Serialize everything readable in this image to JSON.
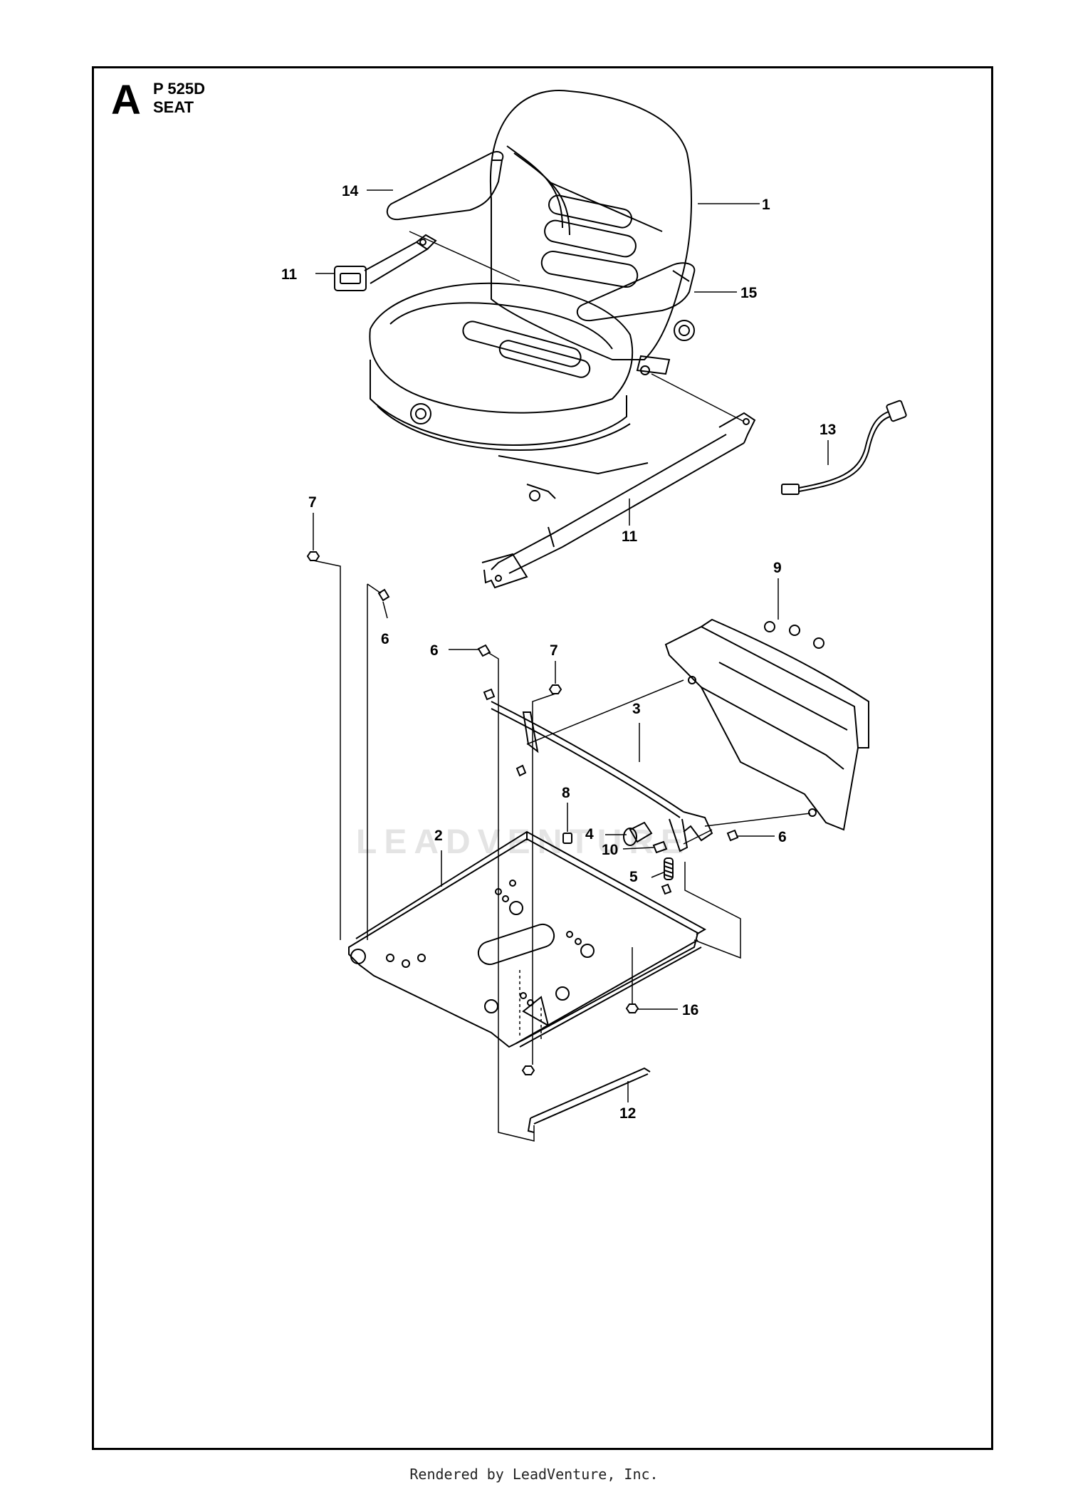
{
  "header": {
    "section_letter": "A",
    "model": "P 525D",
    "title": "SEAT"
  },
  "watermark": "LEADVENTURE",
  "callouts": {
    "c1": "1",
    "c2": "2",
    "c3": "3",
    "c4": "4",
    "c5": "5",
    "c6a": "6",
    "c6b": "6",
    "c6c": "6",
    "c7a": "7",
    "c7b": "7",
    "c8": "8",
    "c9": "9",
    "c10": "10",
    "c11a": "11",
    "c11b": "11",
    "c12": "12",
    "c13": "13",
    "c14": "14",
    "c15": "15",
    "c16": "16"
  },
  "footer": "Rendered by LeadVenture, Inc."
}
